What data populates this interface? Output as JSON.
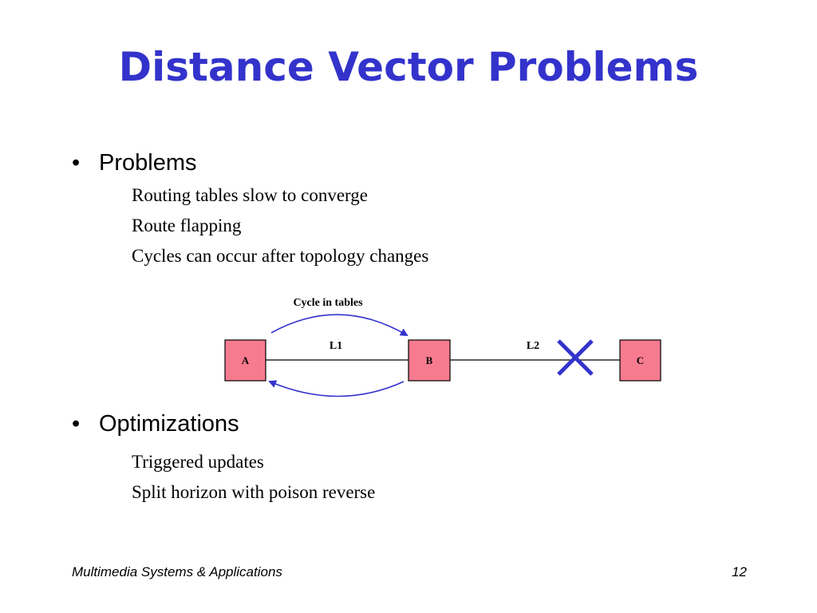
{
  "slide": {
    "title": "Distance Vector Problems"
  },
  "sections": [
    {
      "bullet": "•",
      "heading": "Problems",
      "items": [
        "Routing tables slow to converge",
        "Route flapping",
        "Cycles can occur after topology changes"
      ]
    },
    {
      "bullet": "•",
      "heading": "Optimizations",
      "items": [
        "Triggered updates",
        "Split horizon with poison reverse"
      ]
    }
  ],
  "diagram": {
    "caption": "Cycle in tables",
    "nodes": [
      "A",
      "B",
      "C"
    ],
    "links": [
      "L1",
      "L2"
    ],
    "colors": {
      "node_fill": "#f77b8f",
      "node_stroke": "#000000",
      "arrow": "#3333cc",
      "break_mark": "#3333cc"
    }
  },
  "footer": {
    "course": "Multimedia Systems & Applications",
    "page_number": "12"
  },
  "theme": {
    "title_color": "#3333cc"
  }
}
